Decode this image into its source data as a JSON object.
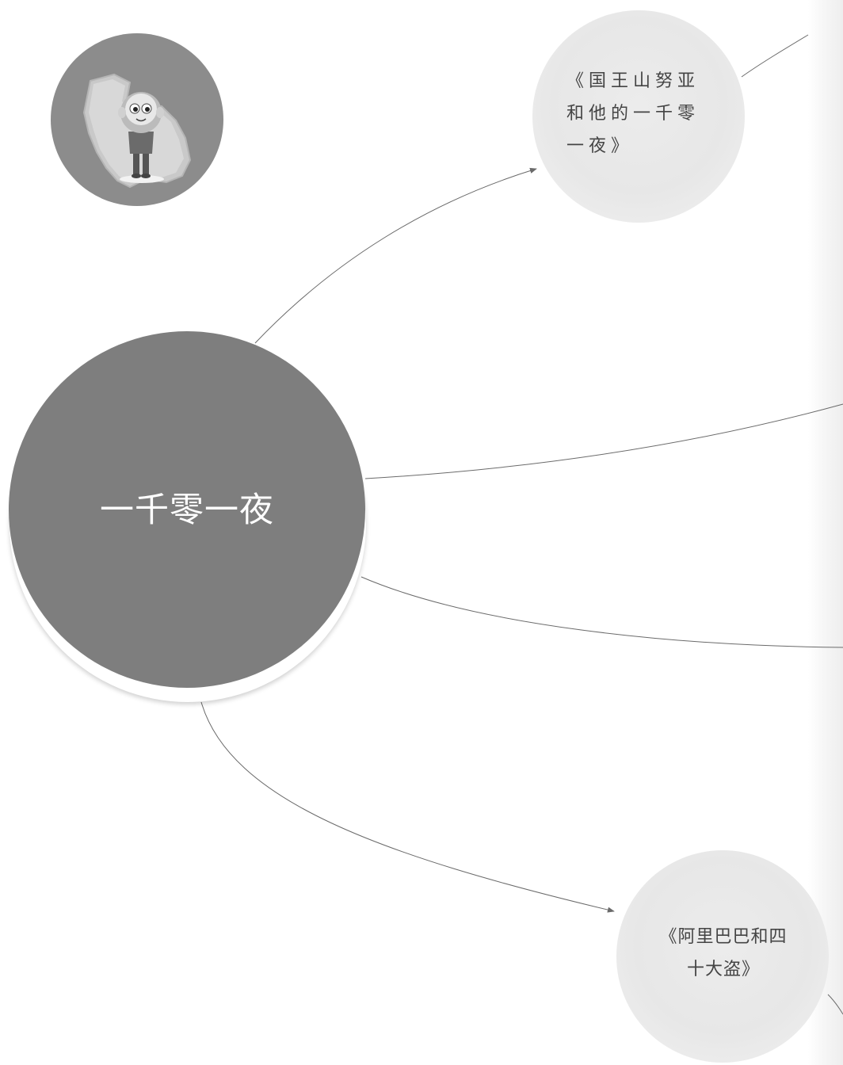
{
  "diagram": {
    "central_topic": "一千零一夜",
    "branches": [
      {
        "label": "《国王山努亚和他的一千零一夜》"
      },
      {
        "label": "《阿里巴巴和四十大盗》"
      }
    ]
  },
  "colors": {
    "central_fill": "#7e7e7e",
    "central_text": "#ffffff",
    "branch_fill": "#e8e8e8",
    "branch_text": "#444444",
    "connector": "#6a6a6a",
    "avatar_fill": "#8c8c8c"
  },
  "icons": {
    "avatar": "cartoon-boy-on-map-icon",
    "arrowhead": "arrowhead-icon"
  }
}
